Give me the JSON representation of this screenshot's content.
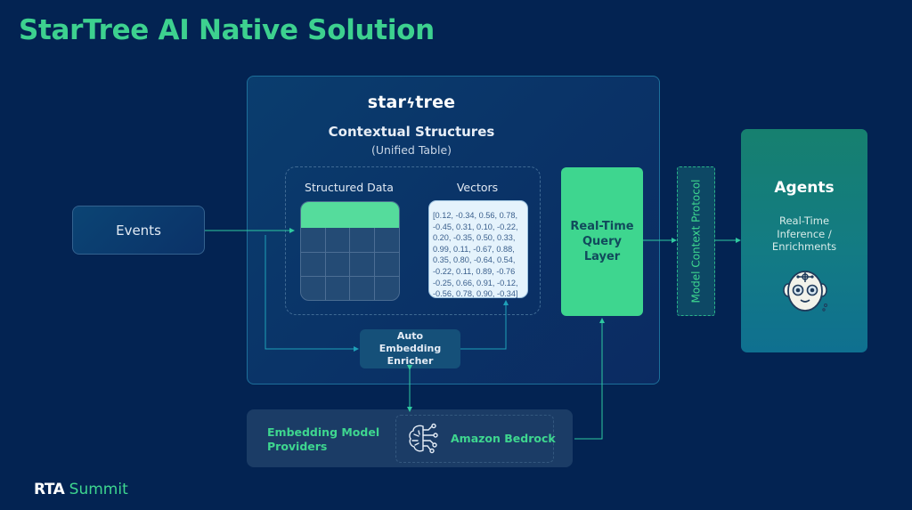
{
  "slide": {
    "title": "StarTree AI Native Solution",
    "footer": {
      "brand_bold": "RTA",
      "brand_text": "Summit"
    }
  },
  "startree_block": {
    "logo_left": "star",
    "logo_right": "tree",
    "title": "Contextual Structures",
    "subtitle": "(Unified Table)",
    "structured_data_label": "Structured Data",
    "vectors_label": "Vectors",
    "vector_lines": [
      "[0.12, -0.34, 0.56, 0.78,",
      "-0.45, 0.31, 0.10, -0.22,",
      "0.20, -0.35, 0.50, 0.33,",
      "0.99, 0.11, -0.67, 0.88,",
      "0.35, 0.80, -0.64, 0.54,",
      "-0.22, 0.11, 0.89, -0.76",
      "-0.25, 0.66, 0.91, -0.12,",
      "-0.56, 0.78, 0.90, -0.34]"
    ],
    "enricher": [
      "Auto",
      "Embedding",
      "Enricher"
    ]
  },
  "events": {
    "label": "Events"
  },
  "query_layer": {
    "lines": [
      "Real-Time",
      "Query",
      "Layer"
    ]
  },
  "mcp": {
    "label": "Model Context Protocol"
  },
  "agents": {
    "title": "Agents",
    "subtitle_lines": [
      "Real-Time",
      "Inference /",
      "Enrichments"
    ],
    "icon": "robot-head-icon"
  },
  "providers": {
    "label_lines": [
      "Embedding Model",
      "Providers"
    ],
    "provider_name": "Amazon Bedrock",
    "provider_icon": "ai-brain-circuit-icon"
  },
  "colors": {
    "background": "#032352",
    "accent_green": "#3ed68f",
    "connector": "#1ea0b8"
  }
}
